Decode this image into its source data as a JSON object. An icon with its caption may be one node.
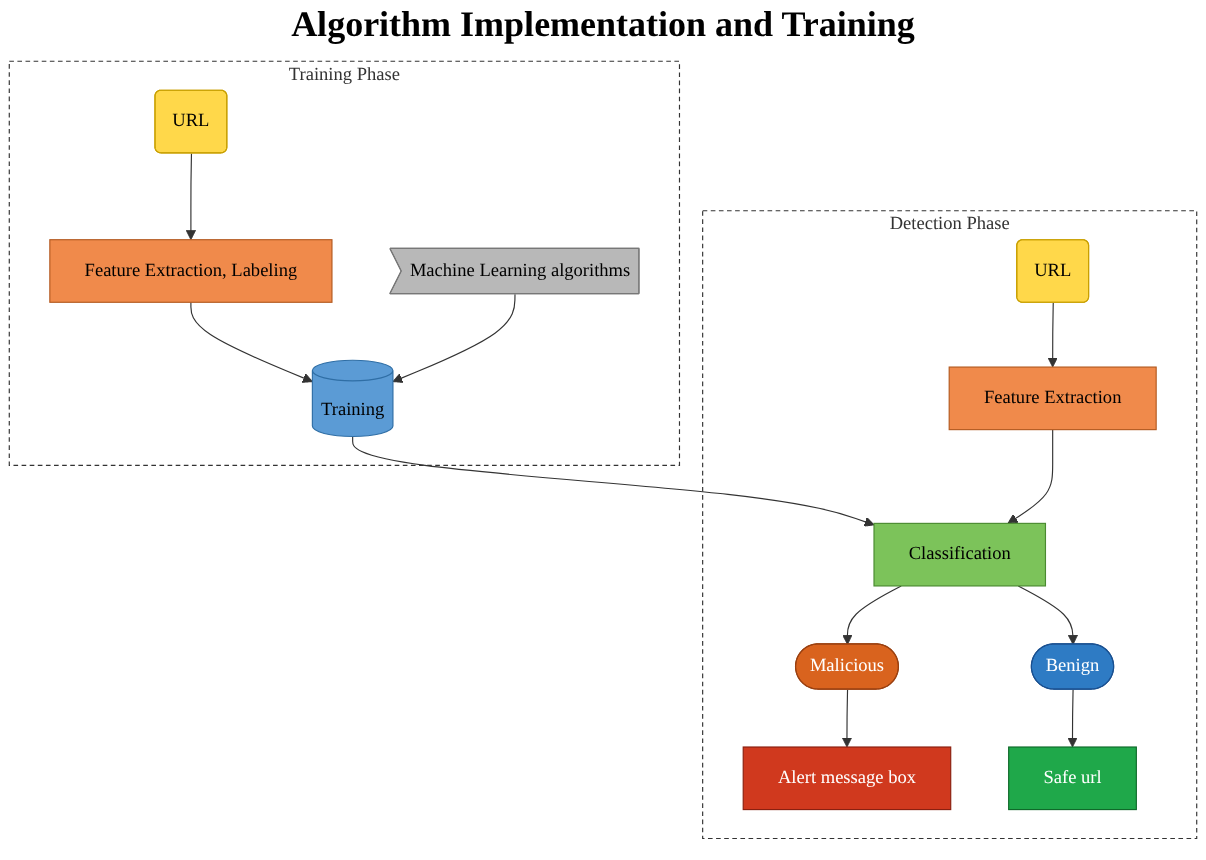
{
  "diagram": {
    "title": "Algorithm Implementation and Training",
    "nodes": [
      {
        "text": [
          "Training Phase"
        ]
      },
      {
        "text": [
          "URL"
        ],
        "in": 0
      },
      {
        "text": [
          "Feature Extraction, Labeling"
        ],
        "in": 0
      },
      {
        "text": [
          "Machine Learning algorithms"
        ],
        "in": 0
      },
      {
        "text": [
          "Training"
        ],
        "in": 0
      },
      {
        "text": [
          "Detection Phase"
        ]
      },
      {
        "text": [
          "URL"
        ],
        "in": 5
      },
      {
        "text": [
          "Feature Extraction"
        ],
        "in": 5
      },
      {
        "text": [
          "Classification"
        ],
        "in": 5
      },
      {
        "text": [
          "Malicious"
        ],
        "in": 5
      },
      {
        "text": [
          "Benign"
        ],
        "in": 5
      },
      {
        "text": [
          "Alert message box"
        ],
        "in": 5
      },
      {
        "text": [
          "Safe url"
        ],
        "in": 5
      }
    ],
    "edges": [
      {
        "from": 1,
        "to": 2,
        "arrow": "to"
      },
      {
        "from": 2,
        "to": 4,
        "arrow": "to"
      },
      {
        "from": 3,
        "to": 4,
        "arrow": "to"
      },
      {
        "from": 4,
        "to": 8,
        "arrow": "to"
      },
      {
        "from": 6,
        "to": 7,
        "arrow": "to"
      },
      {
        "from": 7,
        "to": 8,
        "arrow": "to"
      },
      {
        "from": 8,
        "to": 9,
        "arrow": "to"
      },
      {
        "from": 8,
        "to": 10,
        "arrow": "to"
      },
      {
        "from": 9,
        "to": 11,
        "arrow": "to"
      },
      {
        "from": 10,
        "to": 12,
        "arrow": "to"
      }
    ]
  }
}
